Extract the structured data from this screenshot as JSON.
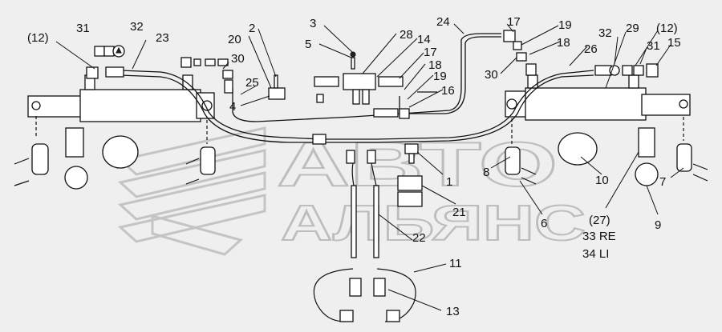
{
  "watermark": {
    "line1": "АВТО",
    "line2": "АЛЬЯНС"
  },
  "callouts": [
    {
      "id": "c1",
      "text": "(12)"
    },
    {
      "id": "c2",
      "text": "31"
    },
    {
      "id": "c3",
      "text": "32"
    },
    {
      "id": "c4",
      "text": "23"
    },
    {
      "id": "c5",
      "text": "20"
    },
    {
      "id": "c6",
      "text": "2"
    },
    {
      "id": "c7",
      "text": "30"
    },
    {
      "id": "c8",
      "text": "25"
    },
    {
      "id": "c9",
      "text": "4"
    },
    {
      "id": "c10",
      "text": "3"
    },
    {
      "id": "c11",
      "text": "5"
    },
    {
      "id": "c12",
      "text": "28"
    },
    {
      "id": "c13",
      "text": "14"
    },
    {
      "id": "c14",
      "text": "17"
    },
    {
      "id": "c15",
      "text": "18"
    },
    {
      "id": "c16",
      "text": "19"
    },
    {
      "id": "c17",
      "text": "16"
    },
    {
      "id": "c18",
      "text": "24"
    },
    {
      "id": "c19",
      "text": "17"
    },
    {
      "id": "c20",
      "text": "19"
    },
    {
      "id": "c21",
      "text": "18"
    },
    {
      "id": "c22",
      "text": "30"
    },
    {
      "id": "c23",
      "text": "26"
    },
    {
      "id": "c24",
      "text": "32"
    },
    {
      "id": "c25",
      "text": "29"
    },
    {
      "id": "c26",
      "text": "(12)"
    },
    {
      "id": "c27",
      "text": "31"
    },
    {
      "id": "c28",
      "text": "15"
    },
    {
      "id": "c29",
      "text": "1"
    },
    {
      "id": "c30",
      "text": "8"
    },
    {
      "id": "c31",
      "text": "10"
    },
    {
      "id": "c32",
      "text": "7"
    },
    {
      "id": "c33",
      "text": "21"
    },
    {
      "id": "c34",
      "text": "6"
    },
    {
      "id": "c35",
      "text": "(27)"
    },
    {
      "id": "c36",
      "text": "33 RE"
    },
    {
      "id": "c37",
      "text": "34 LI"
    },
    {
      "id": "c38",
      "text": "9"
    },
    {
      "id": "c39",
      "text": "22"
    },
    {
      "id": "c40",
      "text": "11"
    },
    {
      "id": "c41",
      "text": "13"
    }
  ]
}
